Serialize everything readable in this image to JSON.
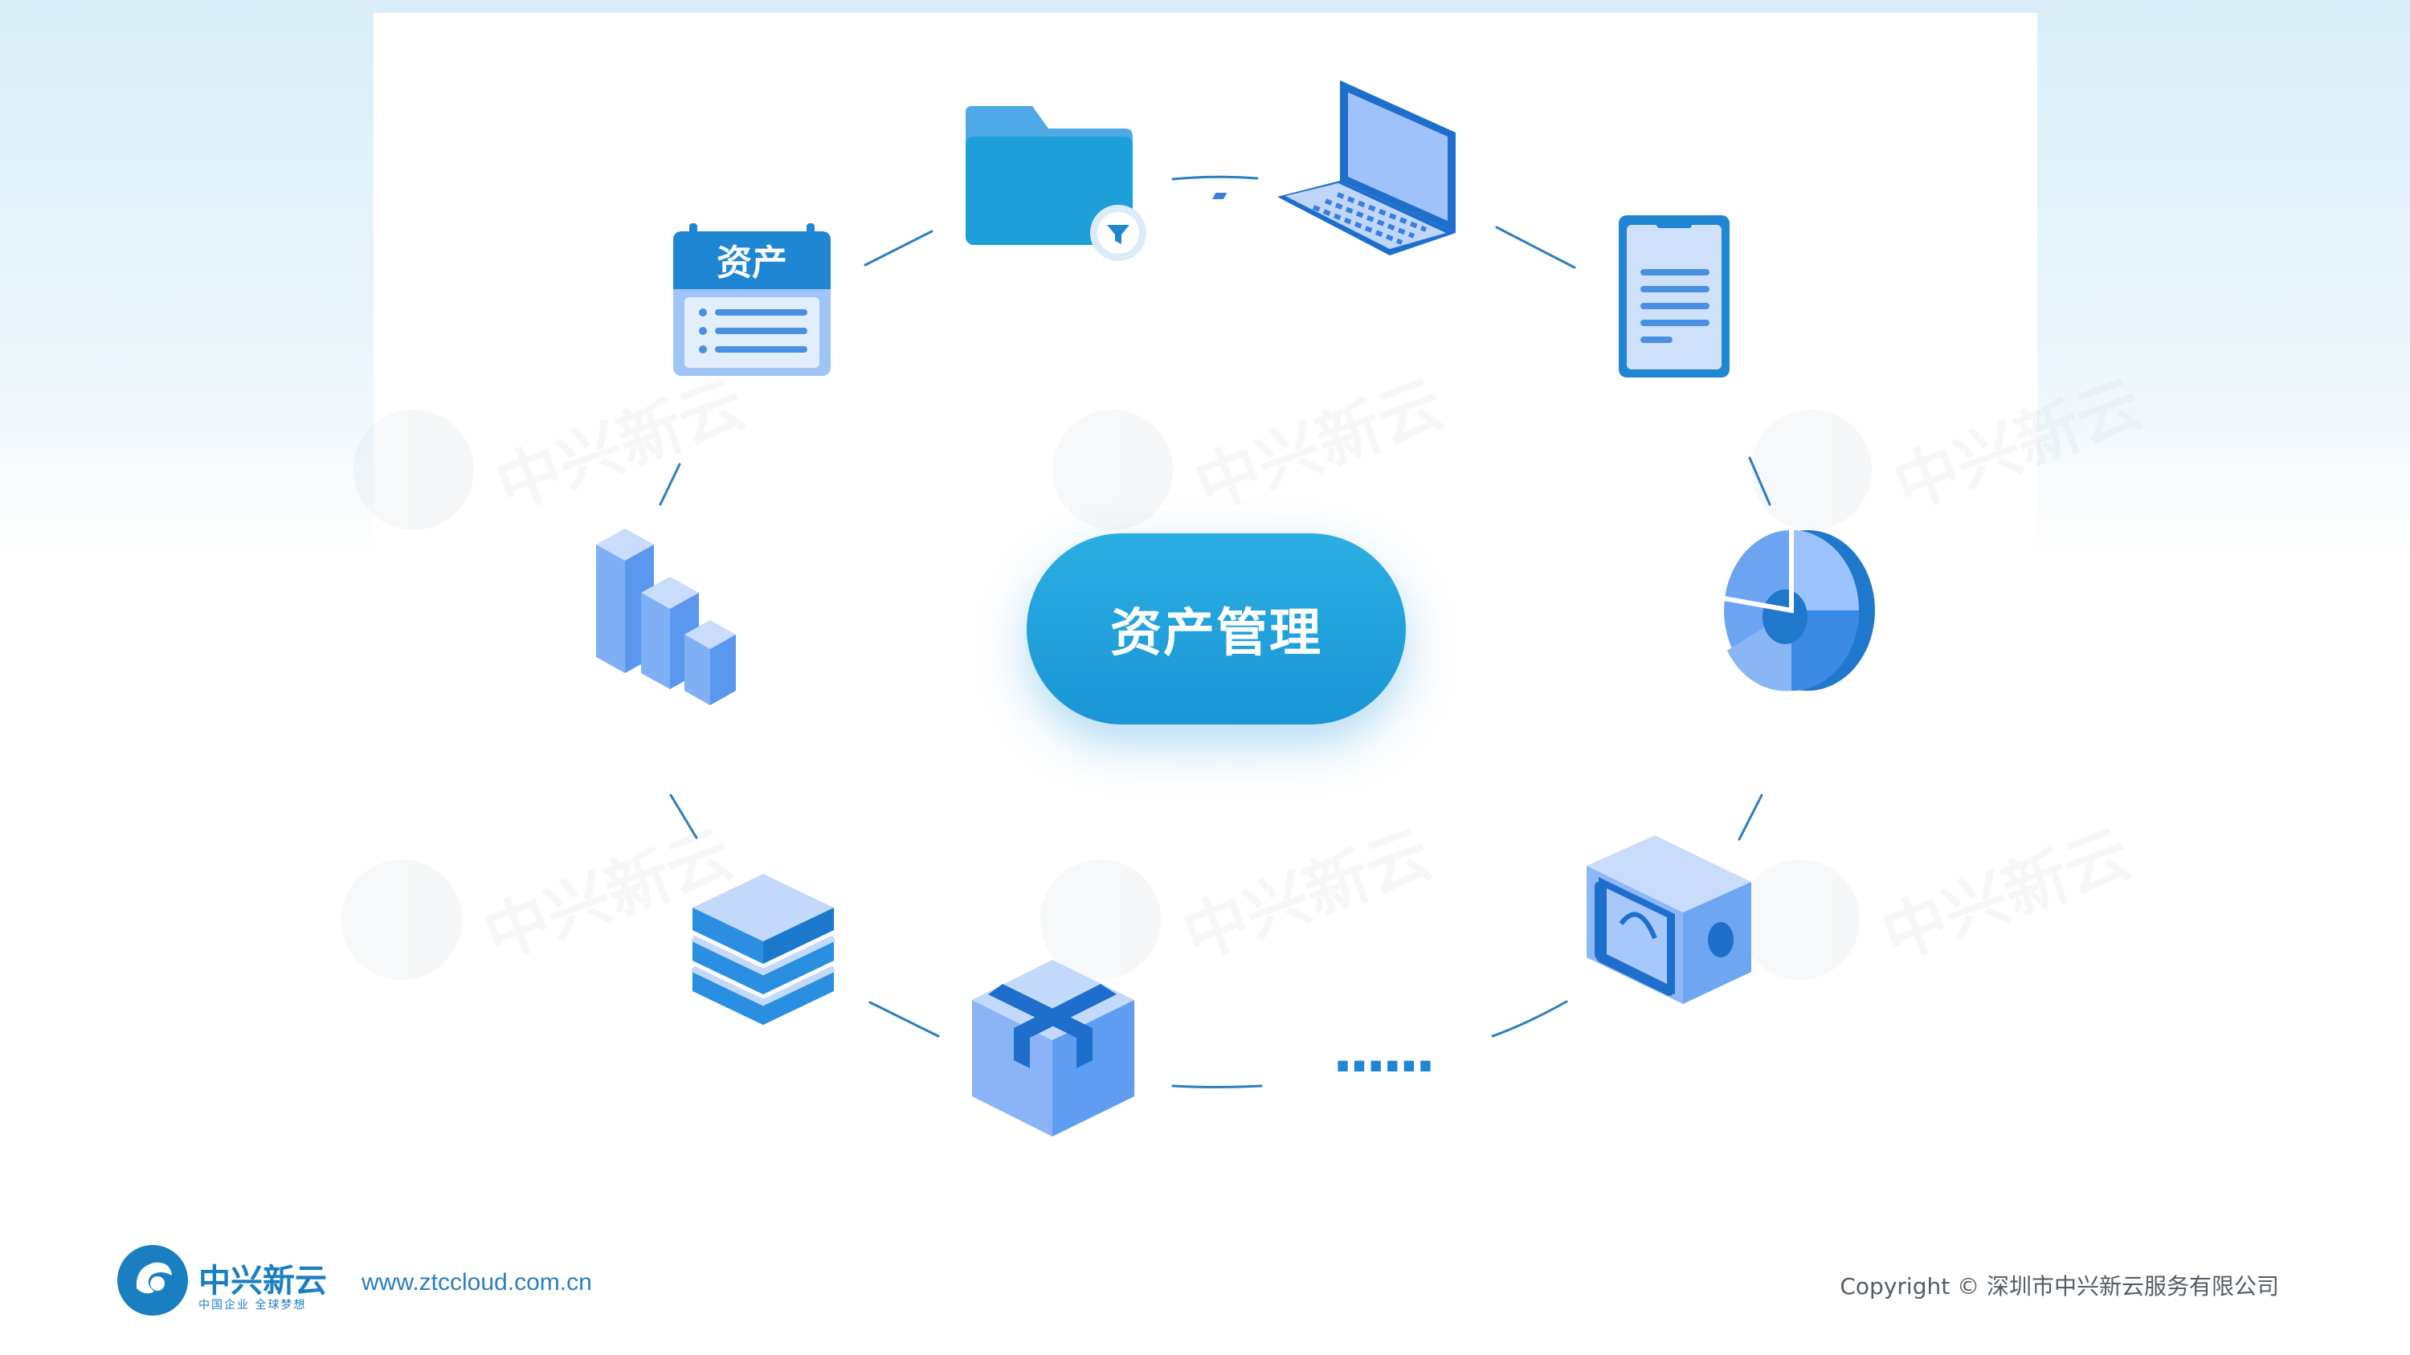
{
  "diagram": {
    "center_label": "资产管理",
    "calendar_label": "资产",
    "more_dots": "······"
  },
  "footer": {
    "brand": "中兴新云",
    "slogan": "中国企业 全球梦想",
    "url": "www.ztccloud.com.cn",
    "copyright": "Copyright © 深圳市中兴新云服务有限公司"
  },
  "watermark_text": "中兴新云",
  "colors": {
    "primary": "#1a96d6",
    "light_blue": "#8fb8f5",
    "dark_blue": "#1e78c8",
    "line": "#2a7fc0"
  },
  "icons": [
    "calendar-icon",
    "folder-filter-icon",
    "laptop-icon",
    "tablet-document-icon",
    "pie-chart-icon",
    "meter-device-icon",
    "ellipsis-icon",
    "package-box-icon",
    "database-stack-icon",
    "bar-chart-3d-icon"
  ]
}
